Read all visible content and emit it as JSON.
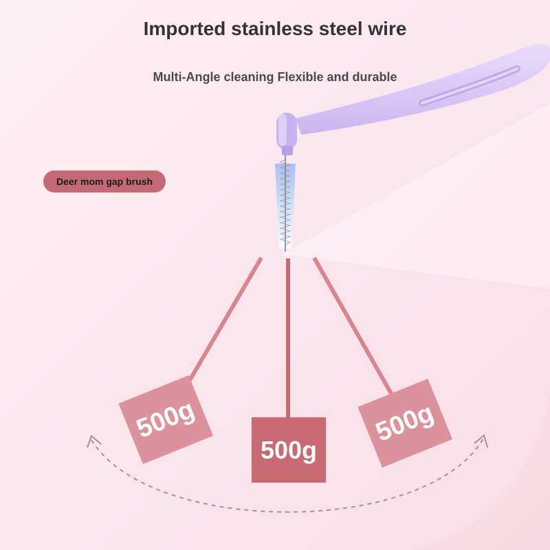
{
  "heading": {
    "title": "Imported stainless steel wire",
    "subtitle": "Multi-Angle cleaning Flexible and durable"
  },
  "badge": {
    "label": "Deer mom gap brush",
    "color": "#c46a74"
  },
  "weights": [
    {
      "label": "500g",
      "color": "#dc929a"
    },
    {
      "label": "500g",
      "color": "#c96a73"
    },
    {
      "label": "500g",
      "color": "#dc929a"
    }
  ],
  "colors": {
    "background": "#fbe9ef",
    "handle": "#d9c6f4",
    "bristles": "#bcd0f4",
    "string": "#d9858f",
    "arrow": "#b28a92"
  }
}
